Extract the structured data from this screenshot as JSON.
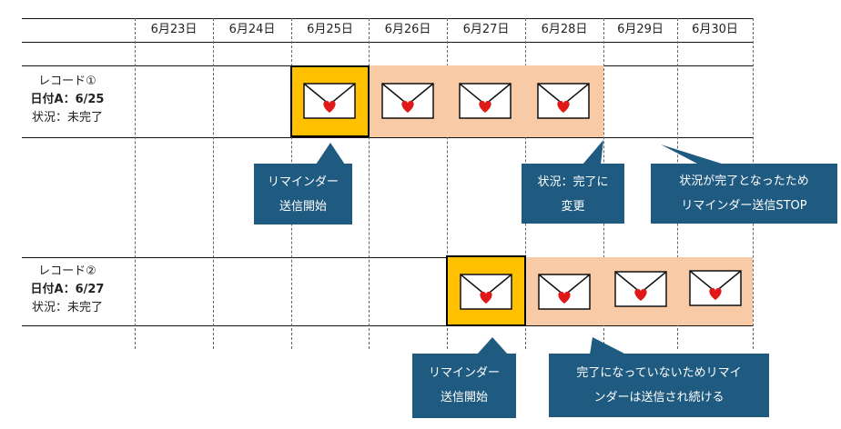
{
  "dates": [
    "6月23日",
    "6月24日",
    "6月25日",
    "6月26日",
    "6月27日",
    "6月28日",
    "6月29日",
    "6月30日"
  ],
  "records": [
    {
      "title": "レコード①",
      "date_line": "日付A：6/25",
      "status_line": "状況：未完了"
    },
    {
      "title": "レコード②",
      "date_line": "日付A：6/27",
      "status_line": "状況：未完了"
    }
  ],
  "callouts": {
    "r1_start": [
      "リマインダー",
      "送信開始"
    ],
    "r1_changed": [
      "状況：完了に",
      "変更"
    ],
    "r1_stop": [
      "状況が完了となったため",
      "リマインダー送信STOP"
    ],
    "r2_start": [
      "リマインダー",
      "送信開始"
    ],
    "r2_continue": [
      "完了になっていないためリマイ",
      "ンダーは送信され続ける"
    ]
  },
  "colors": {
    "start_cell": "#ffc000",
    "sent_cell": "#f8cba6",
    "callout": "#1f5a80",
    "heart": "#e01818"
  },
  "icons": {
    "envelope": "envelope-heart-icon"
  }
}
